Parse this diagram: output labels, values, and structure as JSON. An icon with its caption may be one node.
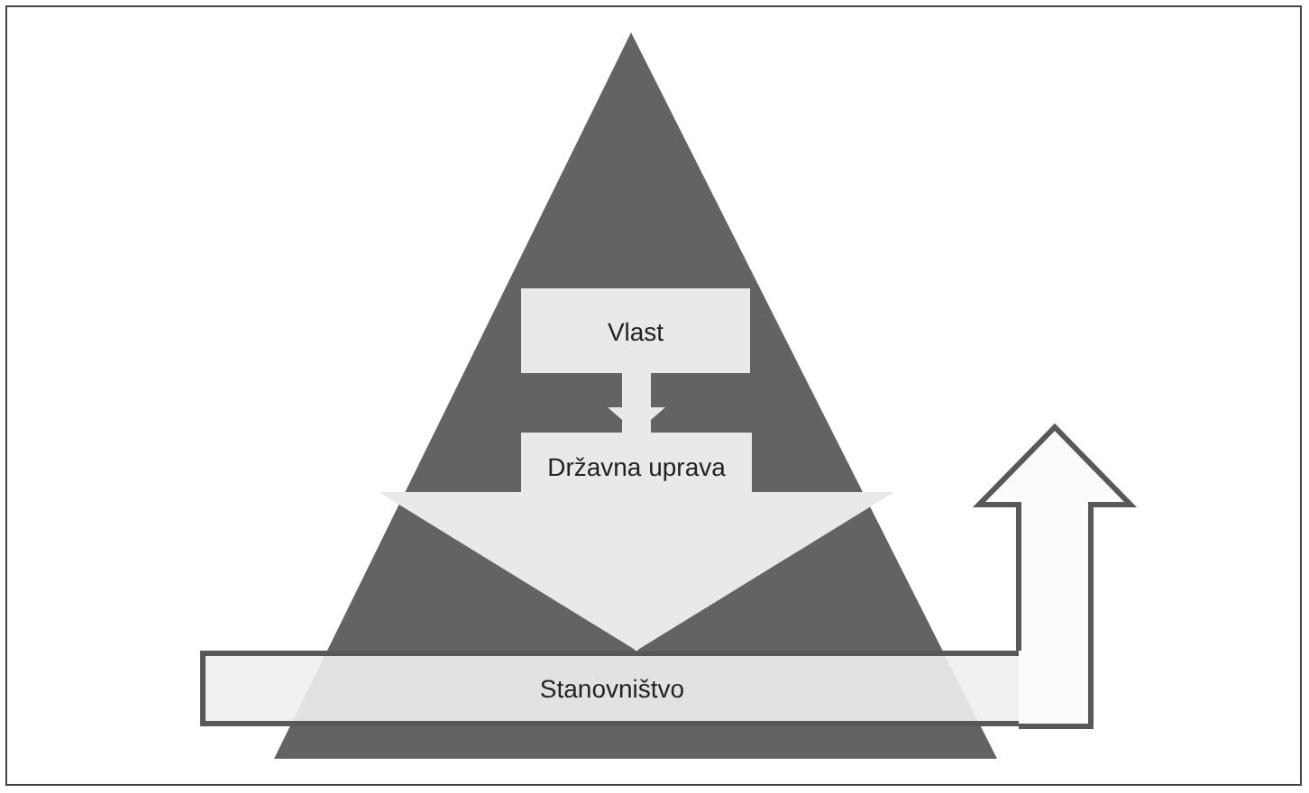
{
  "diagram": {
    "nodes": [
      {
        "text": [
          "Vlast"
        ]
      },
      {
        "text": [
          "Državna uprava"
        ]
      },
      {
        "text": [
          "Stanovništvo"
        ]
      }
    ],
    "edges": [
      {
        "from": 0,
        "to": 1,
        "arrow": "to",
        "style": "thick"
      },
      {
        "from": 1,
        "to": 2,
        "arrow": "to"
      },
      {
        "from": 2,
        "to": null,
        "arrow": "to"
      }
    ]
  }
}
